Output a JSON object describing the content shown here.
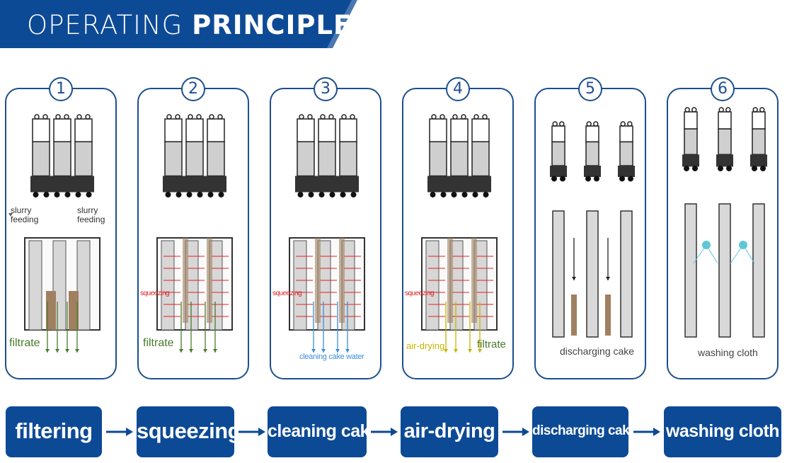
{
  "banner": {
    "title_light": "OPERATING ",
    "title_bold": "PRINCIPLE"
  },
  "panels": [
    {
      "number": "1",
      "label_slurry_left": "slurry\nfeeding",
      "label_slurry_right": "slurry\nfeeding",
      "label_bottom": "filtrate"
    },
    {
      "number": "2",
      "label_side": "squeezing",
      "label_bottom": "filtrate"
    },
    {
      "number": "3",
      "label_side": "squeezing",
      "label_bottom": "cleaning cake water"
    },
    {
      "number": "4",
      "label_side": "squeezing",
      "label_left": "air-drying",
      "label_right": "filtrate"
    },
    {
      "number": "5",
      "label_bottom": "discharging cake"
    },
    {
      "number": "6",
      "label_bottom": "washing cloth"
    }
  ],
  "steps": [
    "filtering",
    "squeezing",
    "cleaning cake",
    "air-drying",
    "discharging cake",
    "washing cloth"
  ],
  "colors": {
    "brand_blue": "#0d4a96",
    "panel_border": "#1d4f8f",
    "filtrate_green": "#4a7a2c",
    "squeeze_red": "#e02020",
    "water_blue": "#3b8fd6",
    "air_yellow": "#c8b400",
    "cake_brown": "#a08060",
    "nozzle_cyan": "#5ec8d8"
  }
}
